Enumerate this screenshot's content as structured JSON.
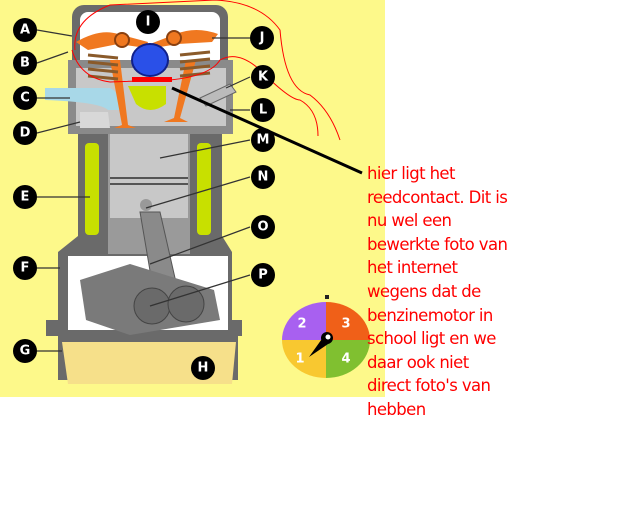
{
  "diagram": {
    "labels": [
      "A",
      "B",
      "C",
      "D",
      "E",
      "F",
      "G",
      "H",
      "I",
      "J",
      "K",
      "L",
      "M",
      "N",
      "O",
      "P"
    ],
    "stroke_wheel": [
      "1",
      "2",
      "3",
      "4"
    ],
    "colors": {
      "background": "#fdf98a",
      "annotation": "#ff0000",
      "coolant": "#c8e000",
      "oil": "#f6e08a",
      "valve_arm": "#f07820",
      "cam": "#2a50e8"
    }
  },
  "annotation": {
    "lines": [
      "hier ligt het",
      "reedcontact. Dit is",
      "nu wel een",
      "bewerkte foto van",
      "het internet",
      "wegens dat de",
      "benzinemotor in",
      "school ligt en we",
      "daar ook niet",
      "direct foto's van",
      "hebben"
    ]
  }
}
